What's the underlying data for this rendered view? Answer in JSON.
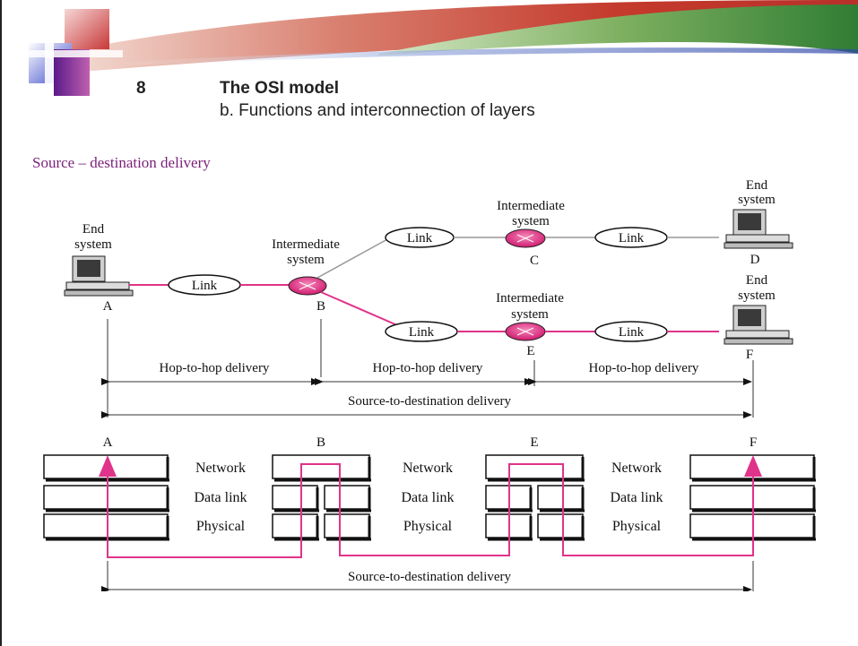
{
  "slide": {
    "number": "8",
    "title": "The OSI model",
    "subtitle": "b. Functions and interconnection of layers",
    "section_heading": "Source – destination delivery"
  },
  "colors": {
    "accent_magenta": "#e0338a",
    "header_red": "#c0392b",
    "header_green": "#3e8a3e",
    "heading_text": "#7a1f7a"
  },
  "network": {
    "end_system_label": "End system",
    "intermediate_system_label": "Intermediate system",
    "link_label": "Link",
    "nodes": {
      "a": "A",
      "b": "B",
      "c": "C",
      "d": "D",
      "e": "E",
      "f": "F"
    },
    "hop_delivery_label": "Hop-to-hop delivery",
    "source_to_destination_label": "Source-to-destination delivery"
  },
  "layers": {
    "stations": [
      "A",
      "B",
      "E",
      "F"
    ],
    "network": "Network",
    "data_link": "Data link",
    "physical": "Physical",
    "source_to_destination_label": "Source-to-destination delivery"
  }
}
